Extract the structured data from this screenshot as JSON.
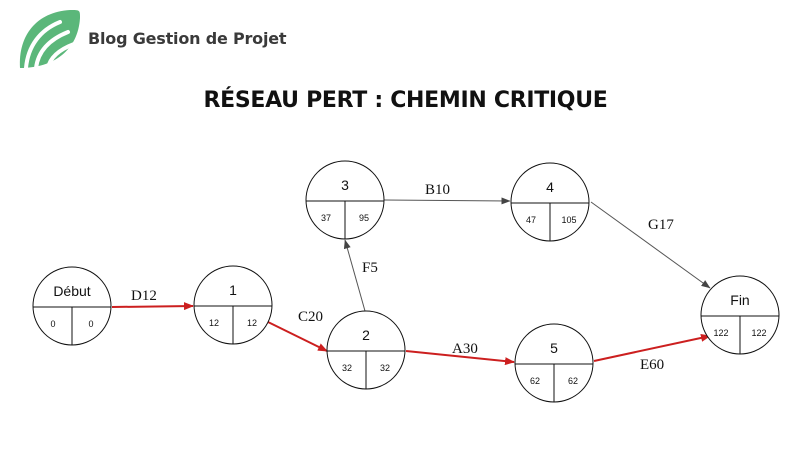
{
  "brand": {
    "name": "Blog Gestion de Projet",
    "accent": "#5bb77a",
    "accent_light": "#8fd0a0"
  },
  "title": "RÉSEAU PERT : CHEMIN CRITIQUE",
  "colors": {
    "critical": "#cc1f1f",
    "normal": "#555555"
  },
  "nodes": [
    {
      "id": "debut",
      "name": "Début",
      "early": "0",
      "late": "0"
    },
    {
      "id": "n1",
      "name": "1",
      "early": "12",
      "late": "12"
    },
    {
      "id": "n2",
      "name": "2",
      "early": "32",
      "late": "32"
    },
    {
      "id": "n3",
      "name": "3",
      "early": "37",
      "late": "95"
    },
    {
      "id": "n4",
      "name": "4",
      "early": "47",
      "late": "105"
    },
    {
      "id": "n5",
      "name": "5",
      "early": "62",
      "late": "62"
    },
    {
      "id": "fin",
      "name": "Fin",
      "early": "122",
      "late": "122"
    }
  ],
  "edges": [
    {
      "id": "d12",
      "label": "D12",
      "from": "debut",
      "to": "n1",
      "critical": true
    },
    {
      "id": "c20",
      "label": "C20",
      "from": "n1",
      "to": "n2",
      "critical": true
    },
    {
      "id": "f5",
      "label": "F5",
      "from": "n2",
      "to": "n3",
      "critical": false
    },
    {
      "id": "b10",
      "label": "B10",
      "from": "n3",
      "to": "n4",
      "critical": false
    },
    {
      "id": "g17",
      "label": "G17",
      "from": "n4",
      "to": "fin",
      "critical": false
    },
    {
      "id": "a30",
      "label": "A30",
      "from": "n2",
      "to": "n5",
      "critical": true
    },
    {
      "id": "e60",
      "label": "E60",
      "from": "n5",
      "to": "fin",
      "critical": true
    }
  ]
}
